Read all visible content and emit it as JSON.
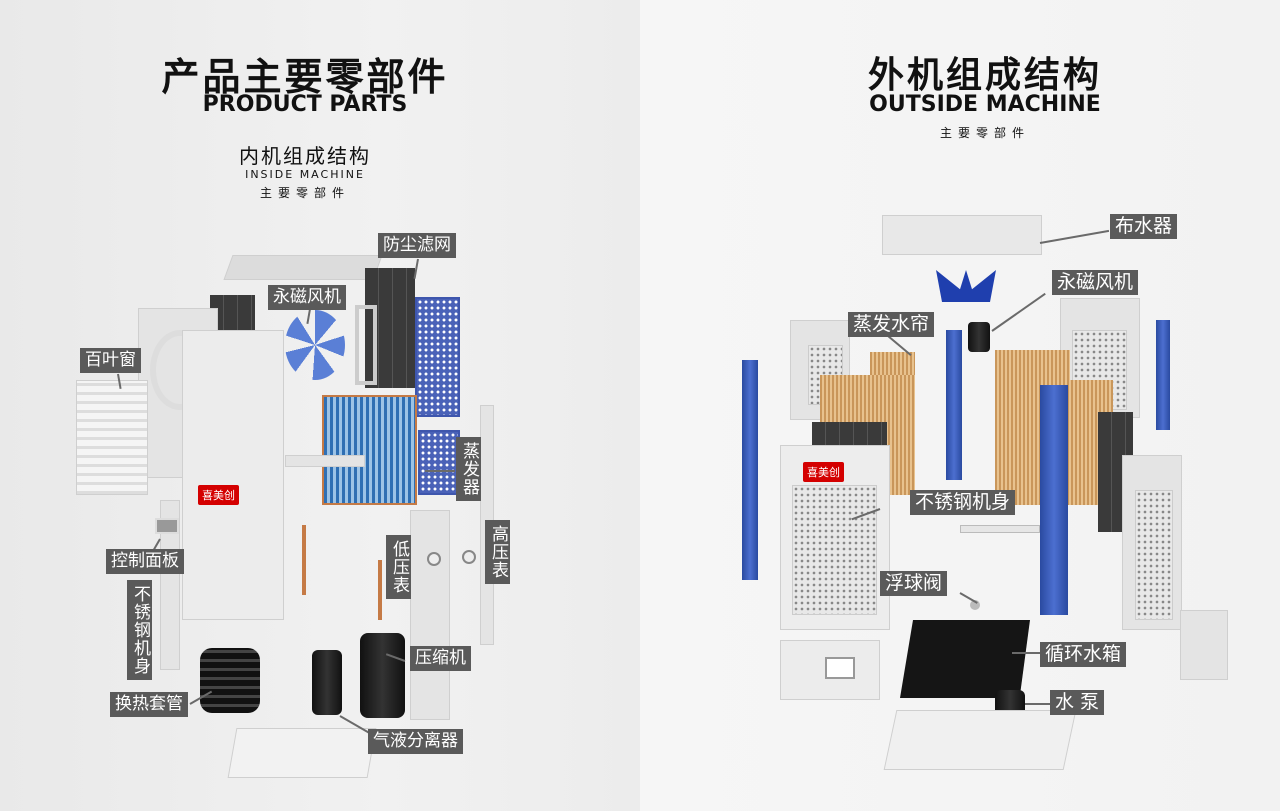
{
  "left": {
    "title_cn": "产品主要零部件",
    "title_en": "PRODUCT PARTS",
    "sub_cn": "内机组成结构",
    "sub_en": "INSIDE MACHINE",
    "sub_note": "主要零部件",
    "labels": {
      "filter": "防尘滤网",
      "fan": "永磁风机",
      "louver": "百叶窗",
      "evaporator": "蒸发器",
      "control": "控制面板",
      "body": "不锈钢机身",
      "low_gauge": "低压表",
      "high_gauge": "高压表",
      "compressor": "压缩机",
      "heat_tube": "换热套管",
      "separator": "气液分离器"
    }
  },
  "right": {
    "title_cn": "外机组成结构",
    "title_en": "OUTSIDE MACHINE",
    "sub_note": "主要零部件",
    "labels": {
      "distributor": "布水器",
      "fan": "永磁风机",
      "pad": "蒸发水帘",
      "body": "不锈钢机身",
      "float": "浮球阀",
      "tank": "循环水箱",
      "pump": "水 泵"
    }
  },
  "brand": "喜美创"
}
